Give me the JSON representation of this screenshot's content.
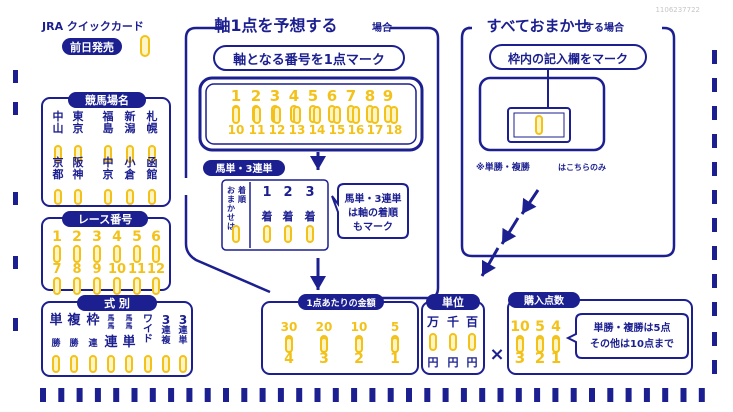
{
  "colors": {
    "ink": "#1b1f8f",
    "mark": "#f3c21a",
    "markBg": "#fff5c4",
    "serial": "#c6c6c6"
  },
  "serial": "1106237722",
  "card_title": "JRA クイックカード",
  "prev_day": {
    "label": "前日発売"
  },
  "racecourse": {
    "title": "競馬場名",
    "row1": [
      "中山",
      "東京",
      "福島",
      "新潟",
      "札幌"
    ],
    "row2": [
      "京都",
      "阪神",
      "中京",
      "小倉",
      "函館"
    ]
  },
  "race_number": {
    "title": "レース番号",
    "row1": [
      "1",
      "2",
      "3",
      "4",
      "5",
      "6"
    ],
    "row2": [
      "7",
      "8",
      "9",
      "10",
      "11",
      "12"
    ]
  },
  "bet_type": {
    "title": "式 別",
    "types": [
      "単勝",
      "複勝",
      "枠連",
      "馬連",
      "馬単",
      "ワイド",
      "3連複",
      "3連単"
    ]
  },
  "axis_section": {
    "title_main": "軸1点を予想する",
    "title_suffix": "場合",
    "banner": "軸となる番号を1点マーク",
    "numbers_row1": [
      "1",
      "2",
      "3",
      "4",
      "5",
      "6",
      "7",
      "8",
      "9"
    ],
    "numbers_row2": [
      "10",
      "11",
      "12",
      "13",
      "14",
      "15",
      "16",
      "17",
      "18"
    ]
  },
  "order_section": {
    "label": "馬単・3連単",
    "omakase": "おまかせは",
    "chaku": "着順",
    "positions": [
      "1",
      "2",
      "3"
    ],
    "pos_suffix": "着",
    "bubble": [
      "馬単・3連単",
      "は軸の着順",
      "もマーク"
    ]
  },
  "omakase_section": {
    "title_main": "すべておまかせ",
    "title_suffix": "する場合",
    "banner": "枠内の記入欄をマーク",
    "note_prefix": "※",
    "note_bold": "単勝・複勝",
    "note_rest": "はこちらのみ"
  },
  "amount": {
    "title": "1点あたりの金額",
    "top": [
      "30",
      "20",
      "10",
      "5"
    ],
    "bottom": [
      "4",
      "3",
      "2",
      "1"
    ]
  },
  "unit": {
    "title": "単位",
    "labels": [
      "万",
      "千",
      "百"
    ],
    "yen": "円"
  },
  "multiply": "×",
  "points": {
    "title": "購入点数",
    "top": [
      "10",
      "5",
      "4"
    ],
    "bottom": [
      "3",
      "2",
      "1"
    ],
    "note": [
      "単勝・複勝は5点",
      "その他は10点まで"
    ]
  }
}
